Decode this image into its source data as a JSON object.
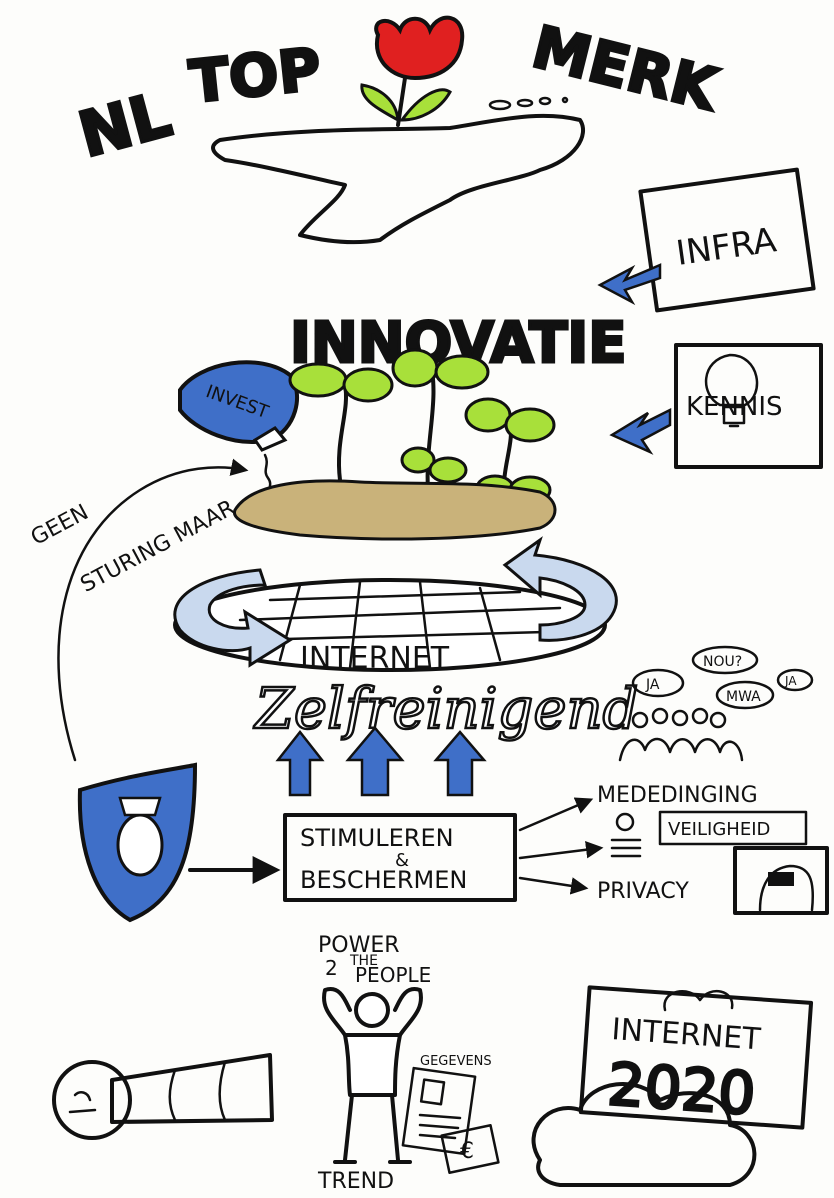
{
  "title": {
    "nl": "NL",
    "top": "TOP",
    "merk": "MERK"
  },
  "boxes": {
    "infra": "INFRA",
    "kennis": "KENNIS"
  },
  "innovatie": "INNOVATIE",
  "watering_can": "INVEST",
  "side_note": {
    "line1": "GEEN",
    "line2": "STURING MAAR"
  },
  "internet": "INTERNET",
  "zelfreinigend": "Zelfreinigend",
  "speech": {
    "ja1": "JA",
    "nou": "NOU?",
    "mwa": "MWA",
    "ja2": "JA"
  },
  "stimuleren": {
    "line1": "STIMULEREN",
    "line2": "&",
    "line3": "BESCHERMEN"
  },
  "outputs": {
    "mededinging": "MEDEDINGING",
    "veiligheid": "VEILIGHEID",
    "privacy": "PRIVACY"
  },
  "power": {
    "line1": "POWER",
    "line2": "2",
    "line3": "THE",
    "line4": "PEOPLE"
  },
  "gegevens": "GEGEVENS",
  "trend": "TREND",
  "euro": "€",
  "future": {
    "label": "INTERNET",
    "year": "2020"
  },
  "colors": {
    "red": "#e02020",
    "blue": "#3f6fc8",
    "lightblue": "#c9d9ee",
    "green": "#a8e03a",
    "soil": "#c9b27a",
    "ink": "#111111"
  }
}
